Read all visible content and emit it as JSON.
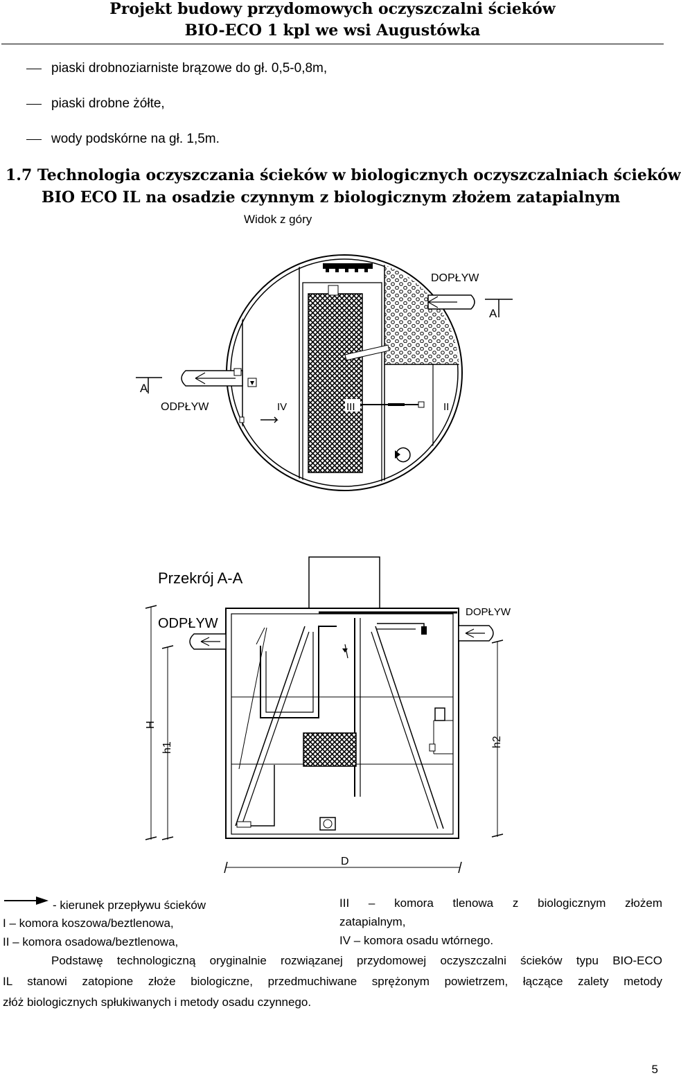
{
  "header": {
    "line1": "Projekt budowy przydomowych oczyszczalni ścieków",
    "line2": "BIO-ECO  1 kpl we wsi Augustówka"
  },
  "soil_list": [
    "piaski drobnoziarniste brązowe do gł. 0,5-0,8m,",
    "piaski drobne żółte,",
    "wody podskórne na gł. 1,5m."
  ],
  "section": {
    "line1": "1.7  Technologia oczyszczania ścieków w biologicznych oczyszczalniach ścieków",
    "line2": "BIO  ECO IL na osadzie czynnym z biologicznym złożem zatapialnym"
  },
  "top_view": {
    "caption": "Widok z góry",
    "inflow": "DOPŁYW",
    "outflow": "ODPŁYW",
    "section_mark": "A",
    "chamber_II": "II",
    "chamber_III": "III",
    "chamber_IV": "IV"
  },
  "cross_section": {
    "title": "Przekrój A-A",
    "outflow": "ODPŁYW",
    "inflow": "DOPŁYW",
    "dim_H": "H",
    "dim_h1": "h1",
    "dim_h2": "h2",
    "dim_D": "D"
  },
  "legend": {
    "arrow_text": "- kierunek przepływu ścieków",
    "item_I": "I – komora koszowa/beztlenowa,",
    "item_II": "II – komora osadowa/beztlenowa,",
    "item_III_a": "III   –   komora   tlenowa   z   biologicznym   złożem",
    "item_III_b": "zatapialnym,",
    "item_IV": "IV – komora osadu wtórnego."
  },
  "paragraph": {
    "line1": "Podstawę technologiczną oryginalnie rozwiązanej przydomowej oczyszczalni ścieków typu BIO-ECO",
    "line2": "IL stanowi zatopione złoże biologiczne, przedmuchiwane sprężonym powietrzem, łączące zalety metody",
    "line3": "złóż biologicznych spłukiwanych i metody osadu czynnego."
  },
  "page_number": "5"
}
